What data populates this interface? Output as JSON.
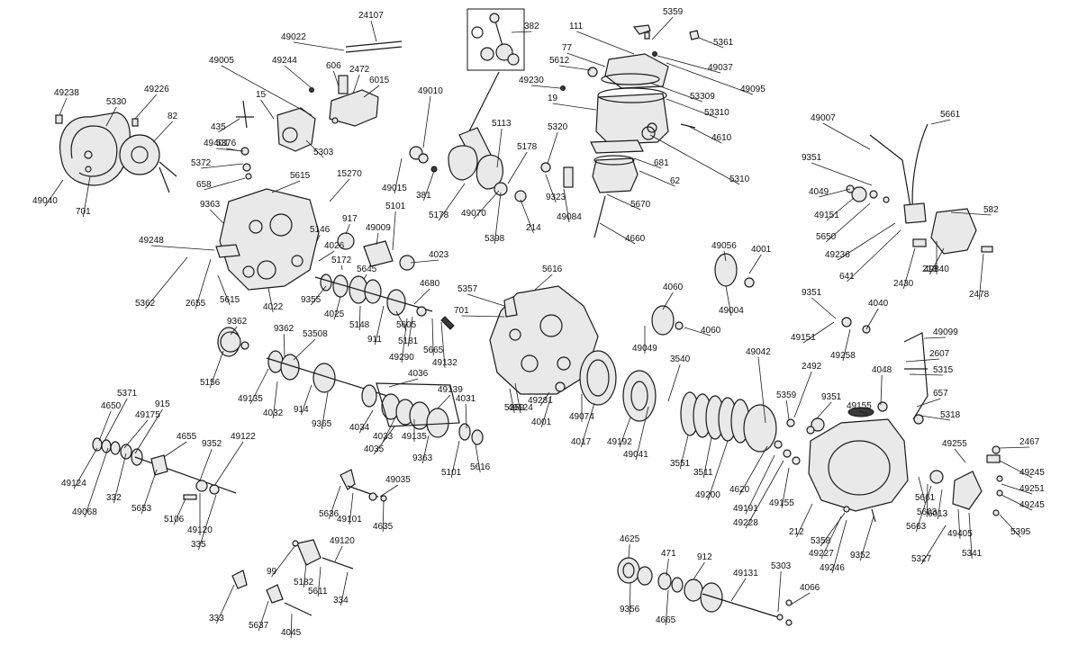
{
  "labels": [
    "24107",
    "49022",
    "5359",
    "5361",
    "111",
    "49037",
    "382",
    "49005",
    "49244",
    "606",
    "2472",
    "6015",
    "77",
    "5612",
    "49230",
    "49095",
    "53309",
    "53310",
    "19",
    "4610",
    "5310",
    "49238",
    "5330",
    "49226",
    "82",
    "15",
    "435",
    "5376",
    "49010",
    "5113",
    "5320",
    "681",
    "62",
    "5670",
    "9323",
    "49084",
    "4660",
    "49401",
    "5372",
    "658",
    "5303",
    "5178",
    "49015",
    "381",
    "5178",
    "49070",
    "5398",
    "214",
    "49040",
    "701",
    "5615",
    "15270",
    "9363",
    "5146",
    "917",
    "49009",
    "5101",
    "4026",
    "5172",
    "4023",
    "5645",
    "49248",
    "5362",
    "2655",
    "5615",
    "4022",
    "9355",
    "4025",
    "5148",
    "911",
    "5605",
    "4680",
    "5181",
    "5665",
    "49132",
    "49290",
    "5357",
    "701",
    "5616",
    "49124",
    "4060",
    "49049",
    "4060",
    "49056",
    "4001",
    "49004",
    "49007",
    "5661",
    "9351",
    "4049",
    "49151",
    "5650",
    "49236",
    "641",
    "2430",
    "213",
    "49840",
    "2478",
    "582",
    "9362",
    "5156",
    "9362",
    "53508",
    "49135",
    "4032",
    "914",
    "9365",
    "4036",
    "4034",
    "4033",
    "49135",
    "4035",
    "49139",
    "4031",
    "9363",
    "5101",
    "5616",
    "5359",
    "49281",
    "4001",
    "49074",
    "4017",
    "49192",
    "49041",
    "3540",
    "3551",
    "3511",
    "49200",
    "49042",
    "4620",
    "49191",
    "49228",
    "49155",
    "9351",
    "49151",
    "4040",
    "49258",
    "49099",
    "2607",
    "5315",
    "49155",
    "2492",
    "4048",
    "9351",
    "5359",
    "657",
    "5318",
    "49255",
    "2467",
    "49245",
    "49251",
    "49245",
    "5395",
    "5661",
    "5603",
    "5663",
    "6013",
    "49405",
    "5341",
    "5327",
    "212",
    "5358",
    "49227",
    "49246",
    "9352",
    "5371",
    "4650",
    "49175",
    "915",
    "4655",
    "9352",
    "49122",
    "49124",
    "49068",
    "332",
    "5653",
    "5106",
    "49120",
    "335",
    "5636",
    "49101",
    "49035",
    "4635",
    "49120",
    "99",
    "5182",
    "5611",
    "334",
    "333",
    "5637",
    "4045",
    "4625",
    "471",
    "912",
    "49131",
    "5303",
    "4066",
    "9356",
    "4665"
  ]
}
